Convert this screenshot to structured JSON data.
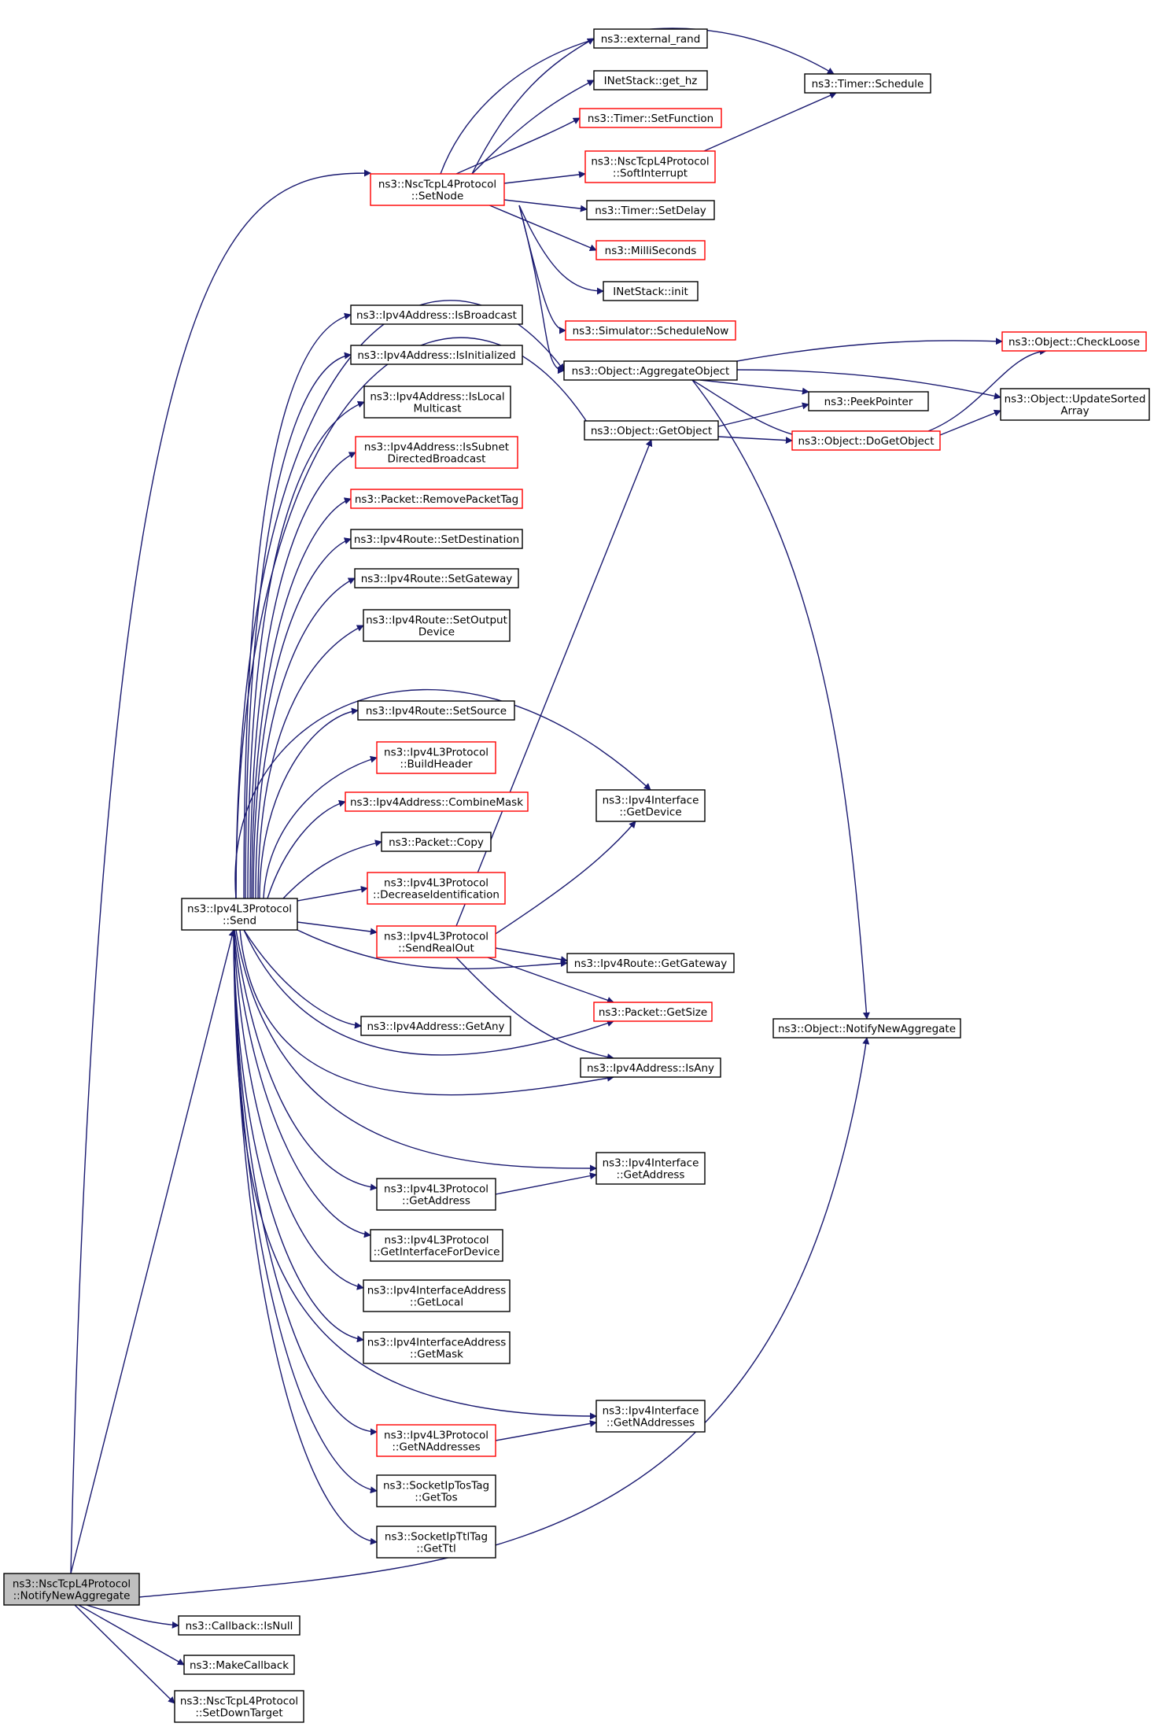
{
  "colors": {
    "edge": "#191970",
    "border_default": "#000000",
    "border_truncated": "#ff0000",
    "fill_default": "#ffffff",
    "fill_root": "#bfbfbf"
  },
  "nodes": [
    {
      "id": "root",
      "lines": [
        "ns3::NscTcpL4Protocol",
        "::NotifyNewAggregate"
      ],
      "variant": "root"
    },
    {
      "id": "setnode",
      "lines": [
        "ns3::NscTcpL4Protocol",
        "::SetNode"
      ],
      "variant": "truncated"
    },
    {
      "id": "ext_rand",
      "lines": [
        "ns3::external_rand"
      ],
      "variant": "normal"
    },
    {
      "id": "get_hz",
      "lines": [
        "INetStack::get_hz"
      ],
      "variant": "normal"
    },
    {
      "id": "setfunction",
      "lines": [
        "ns3::Timer::SetFunction"
      ],
      "variant": "truncated"
    },
    {
      "id": "softinterrupt",
      "lines": [
        "ns3::NscTcpL4Protocol",
        "::SoftInterrupt"
      ],
      "variant": "truncated"
    },
    {
      "id": "schedule",
      "lines": [
        "ns3::Timer::Schedule"
      ],
      "variant": "normal"
    },
    {
      "id": "setdelay",
      "lines": [
        "ns3::Timer::SetDelay"
      ],
      "variant": "normal"
    },
    {
      "id": "milliseconds",
      "lines": [
        "ns3::MilliSeconds"
      ],
      "variant": "truncated"
    },
    {
      "id": "init",
      "lines": [
        "INetStack::init"
      ],
      "variant": "normal"
    },
    {
      "id": "schedulenow",
      "lines": [
        "ns3::Simulator::ScheduleNow"
      ],
      "variant": "truncated"
    },
    {
      "id": "checkloose",
      "lines": [
        "ns3::Object::CheckLoose"
      ],
      "variant": "truncated"
    },
    {
      "id": "aggregate",
      "lines": [
        "ns3::Object::AggregateObject"
      ],
      "variant": "normal"
    },
    {
      "id": "peekpointer",
      "lines": [
        "ns3::PeekPointer"
      ],
      "variant": "normal"
    },
    {
      "id": "updatesorted",
      "lines": [
        "ns3::Object::UpdateSorted",
        "Array"
      ],
      "variant": "normal"
    },
    {
      "id": "getobject",
      "lines": [
        "ns3::Object::GetObject"
      ],
      "variant": "normal"
    },
    {
      "id": "dogetobject",
      "lines": [
        "ns3::Object::DoGetObject"
      ],
      "variant": "truncated"
    },
    {
      "id": "isbroadcast",
      "lines": [
        "ns3::Ipv4Address::IsBroadcast"
      ],
      "variant": "normal"
    },
    {
      "id": "isinitialized",
      "lines": [
        "ns3::Ipv4Address::IsInitialized"
      ],
      "variant": "normal"
    },
    {
      "id": "islocalmc",
      "lines": [
        "ns3::Ipv4Address::IsLocal",
        "Multicast"
      ],
      "variant": "normal"
    },
    {
      "id": "issubnet",
      "lines": [
        "ns3::Ipv4Address::IsSubnet",
        "DirectedBroadcast"
      ],
      "variant": "truncated"
    },
    {
      "id": "removetag",
      "lines": [
        "ns3::Packet::RemovePacketTag"
      ],
      "variant": "truncated"
    },
    {
      "id": "setdest",
      "lines": [
        "ns3::Ipv4Route::SetDestination"
      ],
      "variant": "normal"
    },
    {
      "id": "setgw",
      "lines": [
        "ns3::Ipv4Route::SetGateway"
      ],
      "variant": "normal"
    },
    {
      "id": "setoutdev",
      "lines": [
        "ns3::Ipv4Route::SetOutput",
        "Device"
      ],
      "variant": "normal"
    },
    {
      "id": "setsource",
      "lines": [
        "ns3::Ipv4Route::SetSource"
      ],
      "variant": "normal"
    },
    {
      "id": "buildheader",
      "lines": [
        "ns3::Ipv4L3Protocol",
        "::BuildHeader"
      ],
      "variant": "truncated"
    },
    {
      "id": "combinemask",
      "lines": [
        "ns3::Ipv4Address::CombineMask"
      ],
      "variant": "truncated"
    },
    {
      "id": "copy",
      "lines": [
        "ns3::Packet::Copy"
      ],
      "variant": "normal"
    },
    {
      "id": "decid",
      "lines": [
        "ns3::Ipv4L3Protocol",
        "::DecreaseIdentification"
      ],
      "variant": "truncated"
    },
    {
      "id": "send",
      "lines": [
        "ns3::Ipv4L3Protocol",
        "::Send"
      ],
      "variant": "normal"
    },
    {
      "id": "sendrealout",
      "lines": [
        "ns3::Ipv4L3Protocol",
        "::SendRealOut"
      ],
      "variant": "truncated"
    },
    {
      "id": "getdevice",
      "lines": [
        "ns3::Ipv4Interface",
        "::GetDevice"
      ],
      "variant": "normal"
    },
    {
      "id": "getgw",
      "lines": [
        "ns3::Ipv4Route::GetGateway"
      ],
      "variant": "normal"
    },
    {
      "id": "getsize",
      "lines": [
        "ns3::Packet::GetSize"
      ],
      "variant": "truncated"
    },
    {
      "id": "getany",
      "lines": [
        "ns3::Ipv4Address::GetAny"
      ],
      "variant": "normal"
    },
    {
      "id": "isany",
      "lines": [
        "ns3::Ipv4Address::IsAny"
      ],
      "variant": "normal"
    },
    {
      "id": "notifyagg",
      "lines": [
        "ns3::Object::NotifyNewAggregate"
      ],
      "variant": "normal"
    },
    {
      "id": "ifgetaddr",
      "lines": [
        "ns3::Ipv4Interface",
        "::GetAddress"
      ],
      "variant": "normal"
    },
    {
      "id": "l3getaddr",
      "lines": [
        "ns3::Ipv4L3Protocol",
        "::GetAddress"
      ],
      "variant": "normal"
    },
    {
      "id": "getiffordev",
      "lines": [
        "ns3::Ipv4L3Protocol",
        "::GetInterfaceForDevice"
      ],
      "variant": "normal"
    },
    {
      "id": "getlocal",
      "lines": [
        "ns3::Ipv4InterfaceAddress",
        "::GetLocal"
      ],
      "variant": "normal"
    },
    {
      "id": "getmask",
      "lines": [
        "ns3::Ipv4InterfaceAddress",
        "::GetMask"
      ],
      "variant": "normal"
    },
    {
      "id": "ifgetnaddr",
      "lines": [
        "ns3::Ipv4Interface",
        "::GetNAddresses"
      ],
      "variant": "normal"
    },
    {
      "id": "l3getnaddr",
      "lines": [
        "ns3::Ipv4L3Protocol",
        "::GetNAddresses"
      ],
      "variant": "truncated"
    },
    {
      "id": "gettos",
      "lines": [
        "ns3::SocketIpTosTag",
        "::GetTos"
      ],
      "variant": "normal"
    },
    {
      "id": "getttl",
      "lines": [
        "ns3::SocketIpTtlTag",
        "::GetTtl"
      ],
      "variant": "normal"
    },
    {
      "id": "isnull",
      "lines": [
        "ns3::Callback::IsNull"
      ],
      "variant": "normal"
    },
    {
      "id": "makecallback",
      "lines": [
        "ns3::MakeCallback"
      ],
      "variant": "normal"
    },
    {
      "id": "setdowntarget",
      "lines": [
        "ns3::NscTcpL4Protocol",
        "::SetDownTarget"
      ],
      "variant": "normal"
    }
  ],
  "edges": [
    [
      "root",
      "setnode"
    ],
    [
      "root",
      "send"
    ],
    [
      "root",
      "notifyagg"
    ],
    [
      "root",
      "isnull"
    ],
    [
      "root",
      "makecallback"
    ],
    [
      "root",
      "setdowntarget"
    ],
    [
      "setnode",
      "ext_rand"
    ],
    [
      "setnode",
      "get_hz"
    ],
    [
      "setnode",
      "setfunction"
    ],
    [
      "setnode",
      "softinterrupt"
    ],
    [
      "setnode",
      "schedule"
    ],
    [
      "setnode",
      "setdelay"
    ],
    [
      "setnode",
      "milliseconds"
    ],
    [
      "setnode",
      "init"
    ],
    [
      "setnode",
      "schedulenow"
    ],
    [
      "setnode",
      "aggregate"
    ],
    [
      "softinterrupt",
      "schedule"
    ],
    [
      "aggregate",
      "checkloose"
    ],
    [
      "aggregate",
      "peekpointer"
    ],
    [
      "aggregate",
      "updatesorted"
    ],
    [
      "aggregate",
      "dogetobject"
    ],
    [
      "aggregate",
      "notifyagg"
    ],
    [
      "getobject",
      "peekpointer"
    ],
    [
      "getobject",
      "dogetobject"
    ],
    [
      "dogetobject",
      "checkloose"
    ],
    [
      "dogetobject",
      "updatesorted"
    ],
    [
      "send",
      "aggregate"
    ],
    [
      "send",
      "getobject"
    ],
    [
      "send",
      "isbroadcast"
    ],
    [
      "send",
      "isinitialized"
    ],
    [
      "send",
      "islocalmc"
    ],
    [
      "send",
      "issubnet"
    ],
    [
      "send",
      "removetag"
    ],
    [
      "send",
      "setdest"
    ],
    [
      "send",
      "setgw"
    ],
    [
      "send",
      "setoutdev"
    ],
    [
      "send",
      "setsource"
    ],
    [
      "send",
      "buildheader"
    ],
    [
      "send",
      "combinemask"
    ],
    [
      "send",
      "copy"
    ],
    [
      "send",
      "decid"
    ],
    [
      "send",
      "sendrealout"
    ],
    [
      "send",
      "getdevice"
    ],
    [
      "send",
      "getgw"
    ],
    [
      "send",
      "getsize"
    ],
    [
      "send",
      "getany"
    ],
    [
      "send",
      "isany"
    ],
    [
      "send",
      "ifgetaddr"
    ],
    [
      "send",
      "l3getaddr"
    ],
    [
      "send",
      "getiffordev"
    ],
    [
      "send",
      "getlocal"
    ],
    [
      "send",
      "getmask"
    ],
    [
      "send",
      "ifgetnaddr"
    ],
    [
      "send",
      "l3getnaddr"
    ],
    [
      "send",
      "gettos"
    ],
    [
      "send",
      "getttl"
    ],
    [
      "sendrealout",
      "getobject"
    ],
    [
      "sendrealout",
      "getdevice"
    ],
    [
      "sendrealout",
      "getgw"
    ],
    [
      "sendrealout",
      "getsize"
    ],
    [
      "sendrealout",
      "isany"
    ],
    [
      "l3getaddr",
      "ifgetaddr"
    ],
    [
      "l3getnaddr",
      "ifgetnaddr"
    ]
  ]
}
